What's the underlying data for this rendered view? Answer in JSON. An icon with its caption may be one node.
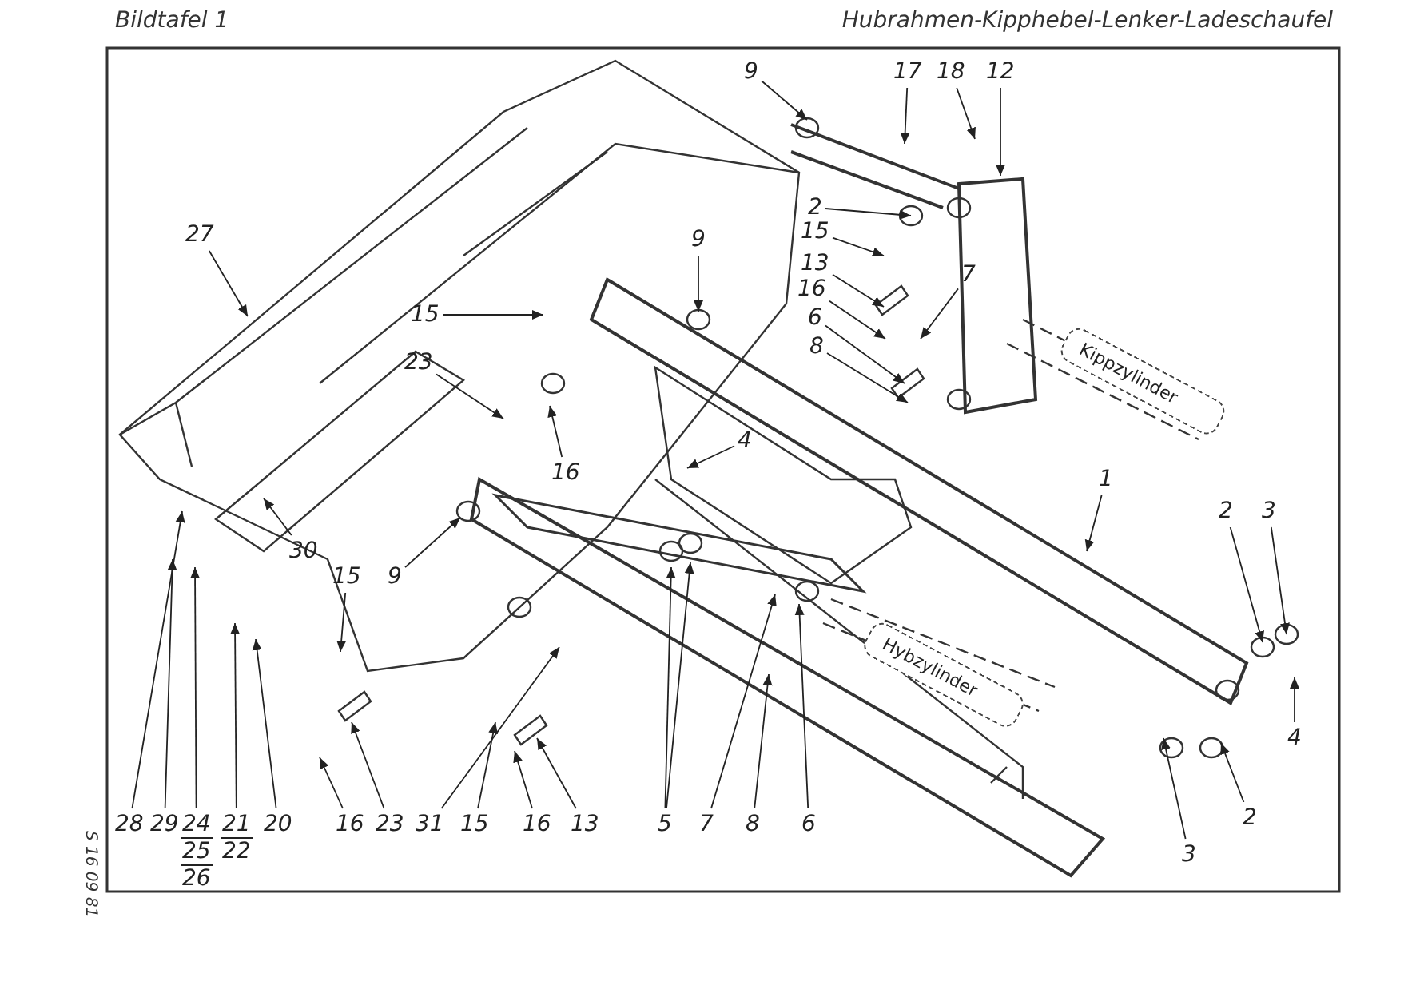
{
  "diagram": {
    "title": "Hubrahmen-Kipphebel-Lenker-Ladeschaufel",
    "nodes": [
      {
        "text": [
          "9"
        ]
      },
      {
        "text": [
          "17"
        ]
      },
      {
        "text": [
          "18"
        ]
      },
      {
        "text": [
          "12"
        ]
      },
      {
        "text": [
          "2"
        ]
      },
      {
        "text": [
          "15"
        ]
      },
      {
        "text": [
          "27"
        ]
      },
      {
        "text": [
          "9"
        ]
      },
      {
        "text": [
          "13"
        ]
      },
      {
        "text": [
          "16"
        ]
      },
      {
        "text": [
          "7"
        ]
      },
      {
        "text": [
          "15"
        ]
      },
      {
        "text": [
          "6"
        ]
      },
      {
        "text": [
          "8"
        ]
      },
      {
        "text": [
          "Kippzylinder"
        ]
      },
      {
        "text": [
          "23"
        ]
      },
      {
        "text": [
          "4"
        ]
      },
      {
        "text": [
          "16"
        ]
      },
      {
        "text": [
          "1"
        ]
      },
      {
        "text": [
          "2"
        ]
      },
      {
        "text": [
          "3"
        ]
      },
      {
        "text": [
          "30"
        ]
      },
      {
        "text": [
          "15"
        ]
      },
      {
        "text": [
          "9"
        ]
      },
      {
        "text": [
          "Hybzylinder"
        ]
      },
      {
        "text": [
          "4"
        ]
      },
      {
        "text": [
          "2"
        ]
      },
      {
        "text": [
          "28"
        ]
      },
      {
        "text": [
          "29"
        ]
      },
      {
        "text": [
          "24",
          "25",
          "26"
        ]
      },
      {
        "text": [
          "21",
          "22"
        ]
      },
      {
        "text": [
          "20"
        ]
      },
      {
        "text": [
          "16"
        ]
      },
      {
        "text": [
          "23"
        ]
      },
      {
        "text": [
          "31"
        ]
      },
      {
        "text": [
          "15"
        ]
      },
      {
        "text": [
          "16"
        ]
      },
      {
        "text": [
          "13"
        ]
      },
      {
        "text": [
          "5"
        ]
      },
      {
        "text": [
          "7"
        ]
      },
      {
        "text": [
          "8"
        ]
      },
      {
        "text": [
          "6"
        ]
      },
      {
        "text": [
          "3"
        ]
      }
    ],
    "edges": [
      {
        "from": 0,
        "to": null,
        "arrow": "to"
      },
      {
        "from": 1,
        "to": null,
        "arrow": "to"
      },
      {
        "from": 2,
        "to": null,
        "arrow": "to"
      },
      {
        "from": 3,
        "to": null,
        "arrow": "to"
      },
      {
        "from": 4,
        "to": null,
        "arrow": "to"
      },
      {
        "from": 5,
        "to": null,
        "arrow": "to"
      },
      {
        "from": 6,
        "to": null,
        "arrow": "to"
      },
      {
        "from": 7,
        "to": null,
        "arrow": "to"
      },
      {
        "from": 8,
        "to": null,
        "arrow": "to"
      },
      {
        "from": 9,
        "to": null,
        "arrow": "to"
      },
      {
        "from": 10,
        "to": null,
        "arrow": "to"
      },
      {
        "from": 11,
        "to": null,
        "arrow": "to"
      },
      {
        "from": 12,
        "to": null,
        "arrow": "to"
      },
      {
        "from": 13,
        "to": null,
        "arrow": "to"
      },
      {
        "from": 15,
        "to": null,
        "arrow": "to"
      },
      {
        "from": 16,
        "to": null,
        "arrow": "to"
      },
      {
        "from": 17,
        "to": null,
        "arrow": "to"
      },
      {
        "from": 18,
        "to": null,
        "arrow": "to"
      },
      {
        "from": 19,
        "to": null,
        "arrow": "to"
      },
      {
        "from": 20,
        "to": null,
        "arrow": "to"
      },
      {
        "from": 21,
        "to": null,
        "arrow": "to"
      },
      {
        "from": 22,
        "to": null,
        "arrow": "to"
      },
      {
        "from": 23,
        "to": null,
        "arrow": "to"
      },
      {
        "from": 25,
        "to": null,
        "arrow": "to"
      },
      {
        "from": 26,
        "to": null,
        "arrow": "to"
      },
      {
        "from": 27,
        "to": null,
        "arrow": "to"
      },
      {
        "from": 28,
        "to": null,
        "arrow": "to"
      },
      {
        "from": 29,
        "to": null,
        "arrow": "to"
      },
      {
        "from": 30,
        "to": null,
        "arrow": "to"
      },
      {
        "from": 31,
        "to": null,
        "arrow": "to"
      },
      {
        "from": 32,
        "to": null,
        "arrow": "to"
      },
      {
        "from": 33,
        "to": null,
        "arrow": "to"
      },
      {
        "from": 34,
        "to": null,
        "arrow": "to"
      },
      {
        "from": 35,
        "to": null,
        "arrow": "to"
      },
      {
        "from": 36,
        "to": null,
        "arrow": "to"
      },
      {
        "from": 37,
        "to": null,
        "arrow": "to"
      },
      {
        "from": 38,
        "to": null,
        "arrow": "to"
      },
      {
        "from": 38,
        "to": null,
        "arrow": "to"
      },
      {
        "from": 39,
        "to": null,
        "arrow": "to"
      },
      {
        "from": 40,
        "to": null,
        "arrow": "to"
      },
      {
        "from": 41,
        "to": null,
        "arrow": "to"
      },
      {
        "from": 42,
        "to": null,
        "arrow": "to"
      }
    ],
    "labels": [
      "Bildtafel 1",
      "S 16 09 81"
    ]
  }
}
